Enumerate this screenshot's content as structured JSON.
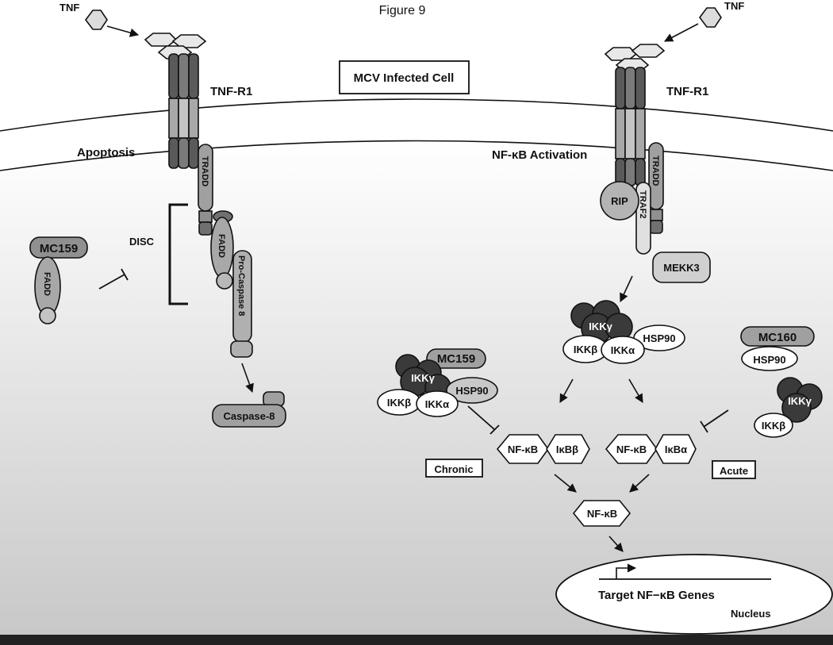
{
  "figure": {
    "title": "Figure 9"
  },
  "labels": {
    "tnf_left": "TNF",
    "tnf_right": "TNF",
    "tnf_r1_left": "TNF-R1",
    "tnf_r1_right": "TNF-R1",
    "mcv_infected_cell": "MCV Infected Cell",
    "apoptosis": "Apoptosis",
    "nfkb_activation": "NF-κB Activation",
    "tradd_left": "TRADD",
    "tradd_right": "TRADD",
    "disc": "DISC",
    "fadd_left": "FADD",
    "fadd_mc159": "FADD",
    "mc159_left": "MC159",
    "pro_caspase_8": "Pro-Caspase 8",
    "caspase_8": "Caspase-8",
    "rip": "RIP",
    "traf2": "TRAF2",
    "mekk3": "MEKK3",
    "ikk_gamma_top": "IKKγ",
    "hsp90_top": "HSP90",
    "ikk_beta_top": "IKKβ",
    "ikk_alpha_top": "IKKα",
    "mc160": "MC160",
    "hsp90_right": "HSP90",
    "ikk_gamma_right": "IKKγ",
    "ikk_beta_right": "IKKβ",
    "mc159_center": "MC159",
    "ikk_gamma_center": "IKKγ",
    "hsp90_center": "HSP90",
    "ikk_beta_center": "IKKβ",
    "ikk_alpha_center": "IKKα",
    "nfkb_chronic": "NF-κB",
    "ikbb": "IκBβ",
    "nfkb_acute": "NF-κB",
    "ikba": "IκBα",
    "chronic": "Chronic",
    "acute": "Acute",
    "nfkb_free": "NF-κB",
    "target_genes": "Target NF−κB Genes",
    "nucleus": "Nucleus"
  }
}
